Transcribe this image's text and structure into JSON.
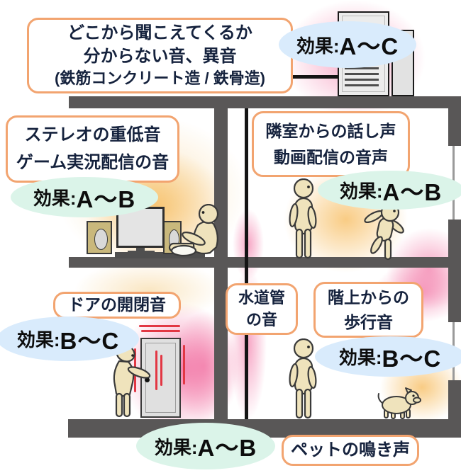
{
  "diagram_title_implicit": "soundproofing-effect-room-cross-section",
  "colors": {
    "structure_gray": "#595757",
    "note_border_orange": "#f2a470",
    "effect_blue": "#d9ebfc",
    "effect_mint": "#dbf4e9",
    "glow_pink": "#f05f96",
    "glow_orange": "#f6b650",
    "figure_skin": "#efe3bc",
    "vibration_red": "#e23744"
  },
  "notes": {
    "unknown": {
      "lines": [
        "どこから聞こえてくるか",
        "分からない音、異音",
        "(鉄筋コンクリート造 / 鉄骨造)"
      ]
    },
    "stereo": {
      "lines": [
        "ステレオの重低音",
        "ゲーム実況配信の音"
      ]
    },
    "neighbor": {
      "lines": [
        "隣室からの話し声",
        "動画配信の音声"
      ]
    },
    "door": {
      "lines": [
        "ドアの開閉音"
      ]
    },
    "pipe": {
      "lines": [
        "水道管",
        "の音"
      ]
    },
    "footsteps": {
      "lines": [
        "階上からの",
        "歩行音"
      ]
    },
    "pet": {
      "lines": [
        "ペットの鳴き声"
      ]
    }
  },
  "effects": {
    "prefix": "効果:",
    "top": "A～C",
    "stereo": "A～B",
    "neighbor": "A～B",
    "door": "B～C",
    "footsteps": "B～C",
    "pet": "A～B"
  },
  "figures": {
    "gamer": "sitting-person-with-controller",
    "talker": "standing-person",
    "dancer": "jumping-person",
    "door_user": "person-opening-door",
    "listener": "standing-person",
    "pet": "small-dog"
  }
}
